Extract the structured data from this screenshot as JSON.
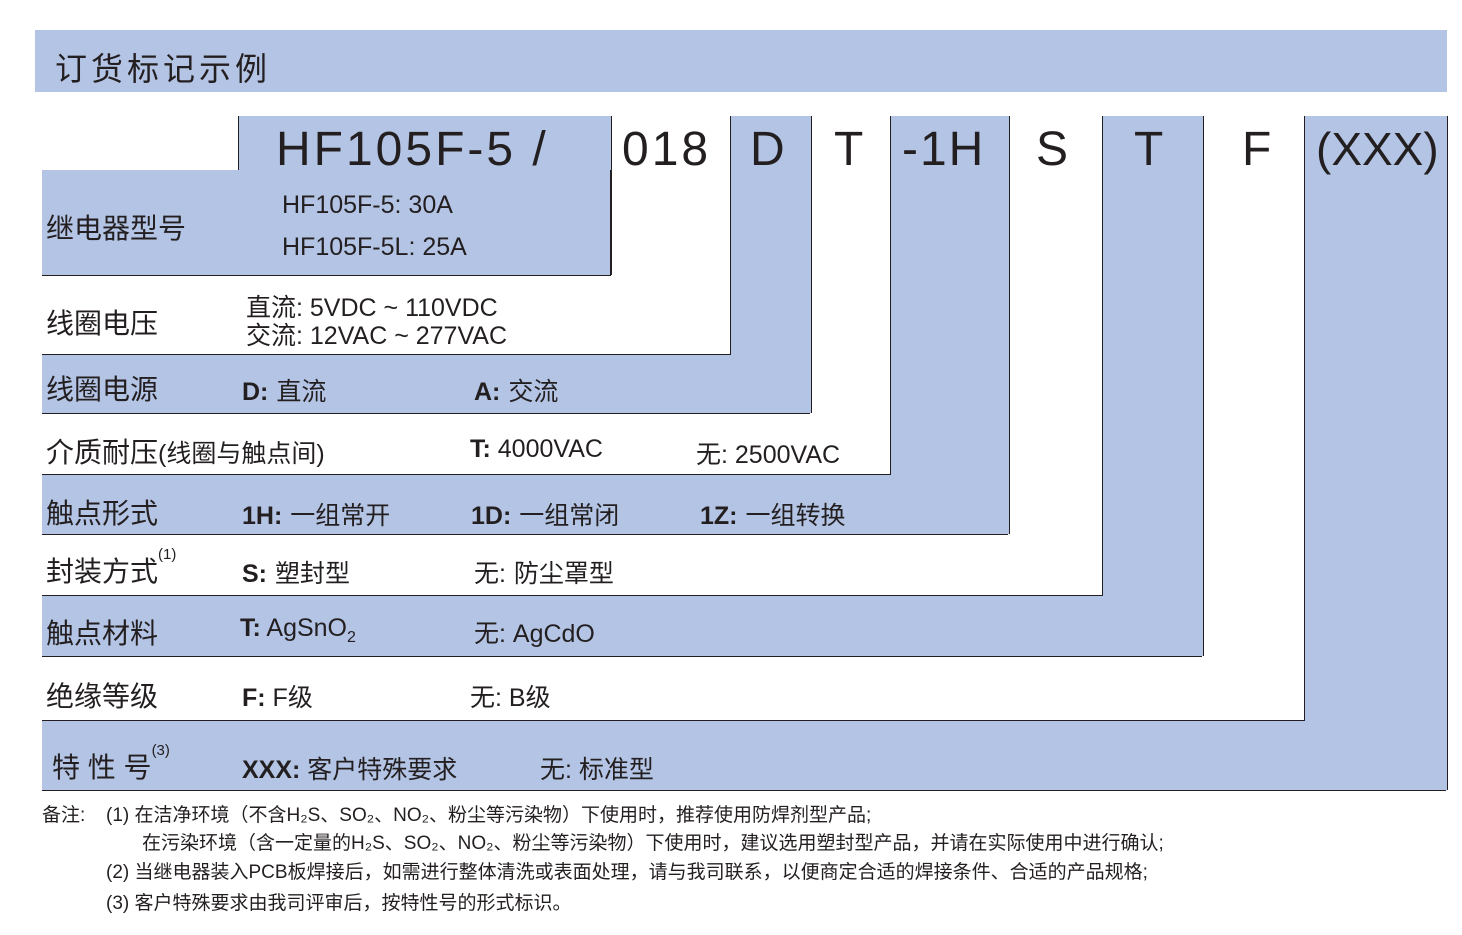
{
  "title": "订货标记示例",
  "code": {
    "model": "HF105F-5 /",
    "voltage": "018",
    "source": "D",
    "dielectric": "T",
    "contact_form": "-1H",
    "package": "S",
    "material": "T",
    "insulation": "F",
    "special": "(XXX)"
  },
  "rows": {
    "model": {
      "label": "继电器型号",
      "v1": "HF105F-5: 30A",
      "v2": "HF105F-5L: 25A"
    },
    "voltage": {
      "label": "线圈电压",
      "v1": "直流:  5VDC ~ 110VDC",
      "v2": "交流: 12VAC ~ 277VAC"
    },
    "source": {
      "label": "线圈电源",
      "o1k": "D:",
      "o1v": " 直流",
      "o2k": "A:",
      "o2v": " 交流"
    },
    "dielectric": {
      "label": "介质耐压",
      "label_suffix": "(线圈与触点间)",
      "o1k": "T:",
      "o1v": "  4000VAC",
      "o2k": "无:",
      "o2v": " 2500VAC"
    },
    "contact_form": {
      "label": "触点形式",
      "o1k": "1H:",
      "o1v": "  一组常开",
      "o2k": "1D:",
      "o2v": "  一组常闭",
      "o3k": "1Z:",
      "o3v": "  一组转换"
    },
    "package": {
      "label": "封装方式",
      "sup": "(1)",
      "o1k": "S:",
      "o1v": " 塑封型",
      "o2k": "无:",
      "o2v": " 防尘罩型"
    },
    "material": {
      "label": "触点材料",
      "o1k": "T:",
      "o1v": " AgSnO",
      "o1sub": "2",
      "o2k": "无:",
      "o2v": " AgCdO"
    },
    "insulation": {
      "label": "绝缘等级",
      "o1k": "F:",
      "o1v": "  F级",
      "o2k": "无:",
      "o2v": "  B级"
    },
    "special": {
      "label": "特 性 号",
      "sup": "(3)",
      "o1k": "XXX:",
      "o1v": " 客户特殊要求",
      "o2k": "无:",
      "o2v": " 标准型"
    }
  },
  "notes": {
    "prefix": "备注:",
    "n1": "(1) 在洁净环境（不含H₂S、SO₂、NO₂、粉尘等污染物）下使用时，推荐使用防焊剂型产品;",
    "n1b": "在污染环境（含一定量的H₂S、SO₂、NO₂、粉尘等污染物）下使用时，建议选用塑封型产品，并请在实际使用中进行确认;",
    "n2": "(2) 当继电器装入PCB板焊接后，如需进行整体清洗或表面处理，请与我司联系，以便商定合适的焊接条件、合适的产品规格;",
    "n3": "(3) 客户特殊要求由我司评审后，按特性号的形式标识。"
  },
  "colors": {
    "band": "#b4c4e5",
    "line": "#231f20"
  }
}
